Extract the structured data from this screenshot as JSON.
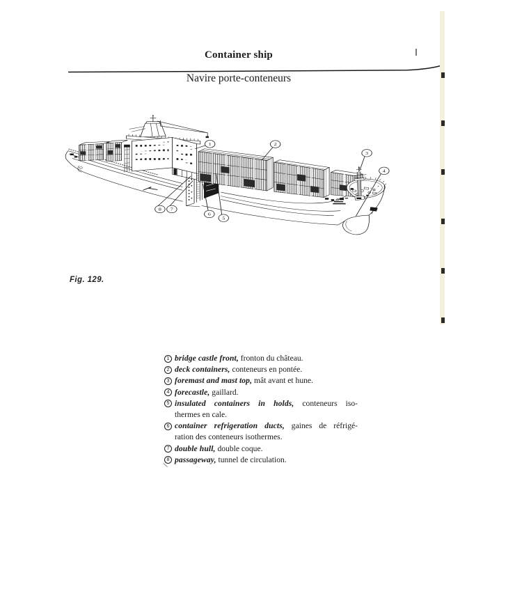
{
  "page": {
    "title": "Container ship",
    "subtitle": "Navire porte-conteneurs",
    "figure_caption": "Fig. 129."
  },
  "legend": {
    "items": [
      {
        "num": "1",
        "term": "bridge castle front,",
        "translation": "fronton du château.",
        "cont": ""
      },
      {
        "num": "2",
        "term": "deck containers,",
        "translation": "conteneurs en pontée.",
        "cont": ""
      },
      {
        "num": "3",
        "term": "foremast and mast top,",
        "translation": "mât avant et hune.",
        "cont": ""
      },
      {
        "num": "4",
        "term": "forecastle,",
        "translation": "gaillard.",
        "cont": ""
      },
      {
        "num": "5",
        "term": "insulated containers in holds,",
        "translation": "conteneurs iso-",
        "cont": "thermes en cale."
      },
      {
        "num": "6",
        "term": "container refrigeration ducts,",
        "translation": "gaines de réfrigé-",
        "cont": "ration des conteneurs isothermes."
      },
      {
        "num": "7",
        "term": "double hull,",
        "translation": "double coque.",
        "cont": ""
      },
      {
        "num": "8",
        "term": "passageway,",
        "translation": "tunnel de circulation.",
        "cont": ""
      }
    ]
  },
  "diagram": {
    "callouts": [
      {
        "num": "1"
      },
      {
        "num": "2"
      },
      {
        "num": "3"
      },
      {
        "num": "4"
      },
      {
        "num": "5"
      },
      {
        "num": "6"
      },
      {
        "num": "7"
      },
      {
        "num": "8"
      }
    ]
  },
  "colors": {
    "ink": "#1a1a1a",
    "paper": "#ffffff",
    "edge_tint": "#f4f0dd"
  }
}
